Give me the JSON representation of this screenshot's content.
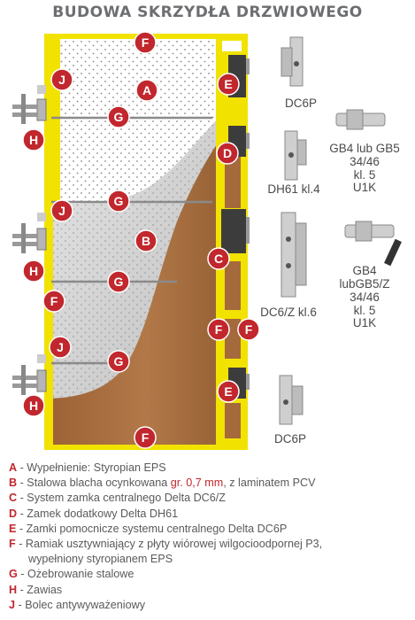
{
  "title": "BUDOWA SKRZYDŁA DRZWIOWEGO",
  "markers": [
    "F",
    "J",
    "A",
    "G",
    "H",
    "E",
    "D",
    "G",
    "J",
    "B",
    "H",
    "C",
    "G",
    "F",
    "F",
    "F",
    "J",
    "G",
    "H",
    "E",
    "F"
  ],
  "components": {
    "dc6p_top": "DC6P",
    "gb4_gb5": [
      "GB4 lub GB5",
      "34/46",
      "kl. 5",
      "U1K"
    ],
    "dh61": "DH61 kl.4",
    "dc6z": "DC6/Z kl.6",
    "gb4_gb5z": [
      "GB4",
      "lubGB5/Z",
      "34/46",
      "kl. 5",
      "U1K"
    ],
    "dc6p_bottom": "DC6P"
  },
  "legend": [
    {
      "letter": "A",
      "text": " - Wypełnienie: Styropian EPS"
    },
    {
      "letter": "B",
      "text": " - Stalowa blacha ocynkowana ",
      "highlight": "gr. 0,7 mm",
      "after": ", z laminatem PCV"
    },
    {
      "letter": "C",
      "text": " - System zamka centralnego Delta DC6/Z"
    },
    {
      "letter": "D",
      "text": " - Zamek dodatkowy Delta DH61"
    },
    {
      "letter": "E",
      "text": " - Zamki pomocnicze systemu centralnego Delta DC6P"
    },
    {
      "letter": "F",
      "text": " - Ramiak usztywniający z płyty wiórowej wilgocioodpornej P3,",
      "cont": "wypełniony styropianem EPS"
    },
    {
      "letter": "G",
      "text": " - Ożebrowanie stalowe"
    },
    {
      "letter": "H",
      "text": " - Zawias"
    },
    {
      "letter": "J",
      "text": " - Bolec antywyważeniowy"
    }
  ],
  "colors": {
    "marker": "#c1272d",
    "frame": "#f2e200",
    "laminate": "#a56a3c",
    "title": "#6d6e71"
  }
}
